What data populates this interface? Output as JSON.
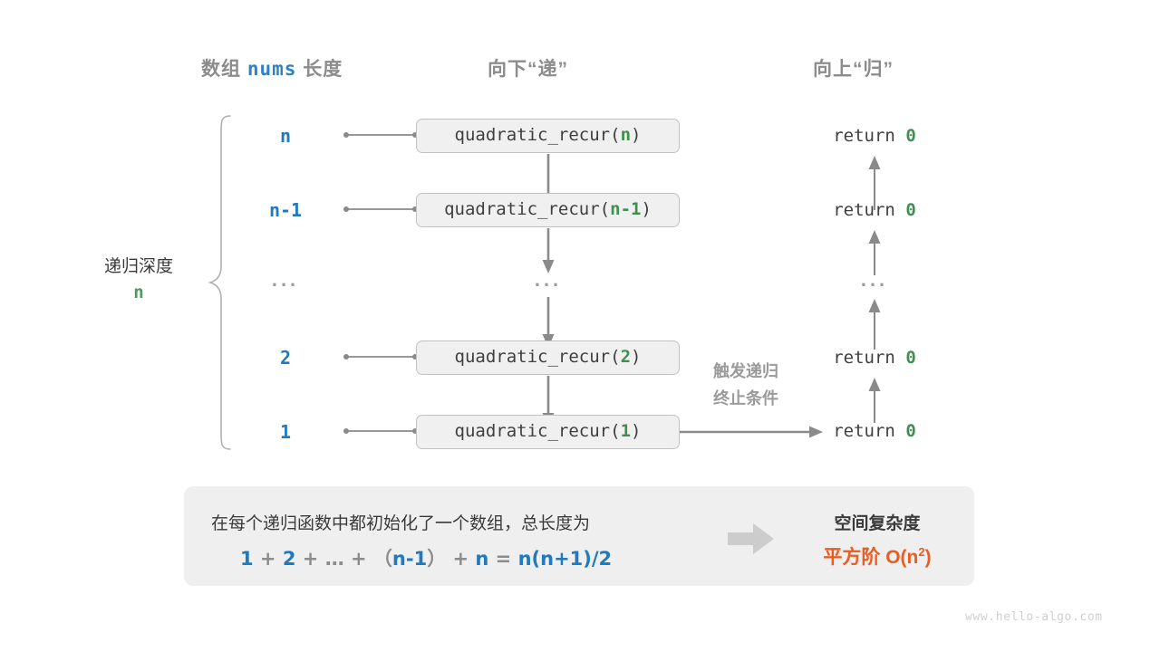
{
  "headers": {
    "left_prefix": "数组 ",
    "left_code": "nums",
    "left_suffix": " 长度",
    "middle": "向下“递”",
    "right": "向上“归”"
  },
  "depth": {
    "label": "递归深度",
    "value": "n"
  },
  "rows": [
    {
      "size": "n",
      "call_prefix": "quadratic_recur(",
      "call_arg": "n",
      "call_suffix": ")",
      "return_text": "return ",
      "return_value": "0"
    },
    {
      "size": "n-1",
      "call_prefix": "quadratic_recur(",
      "call_arg": "n-1",
      "call_suffix": ")",
      "return_text": "return ",
      "return_value": "0"
    },
    {
      "size": "...",
      "call_prefix": "...",
      "call_arg": "",
      "call_suffix": "",
      "return_text": "...",
      "return_value": ""
    },
    {
      "size": "2",
      "call_prefix": "quadratic_recur(",
      "call_arg": "2",
      "call_suffix": ")",
      "return_text": "return ",
      "return_value": "0"
    },
    {
      "size": "1",
      "call_prefix": "quadratic_recur(",
      "call_arg": "1",
      "call_suffix": ")",
      "return_text": "return ",
      "return_value": "0"
    }
  ],
  "trigger_note": {
    "line1": "触发递归",
    "line2": "终止条件"
  },
  "summary": {
    "description": "在每个递归函数中都初始化了一个数组，总长度为",
    "formula": {
      "t1": "1",
      "op1": " + ",
      "t2": "2",
      "op2": " + ",
      "t3": "…",
      "op3": " + ",
      "lparen": "（",
      "t4": "n-1",
      "rparen": "）",
      "op4": " + ",
      "t5": "n",
      "eq": " = ",
      "t6": "n(n+1)/2"
    },
    "right_title": "空间复杂度",
    "right_value_prefix": "平方阶  O(n",
    "right_value_sup": "2",
    "right_value_suffix": ")"
  },
  "watermark": "www.hello-algo.com",
  "colors": {
    "blue": "#1f7ac0",
    "green": "#3f8f4f",
    "orange": "#ef5a1e",
    "gray": "#8c8c8c",
    "box_fill": "#f0f0f0",
    "panel_fill": "#efefef"
  }
}
